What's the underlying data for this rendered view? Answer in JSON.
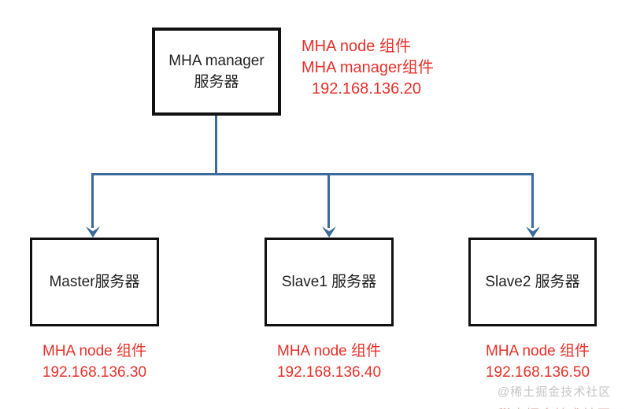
{
  "manager_box": {
    "line1": "MHA manager",
    "line2": "服务器"
  },
  "manager_note": {
    "line1": "MHA node 组件",
    "line2": "MHA manager组件",
    "line3": "192.168.136.20"
  },
  "nodes": [
    {
      "label": "Master服务器",
      "note_line1": "MHA node 组件",
      "note_line2": "192.168.136.30"
    },
    {
      "label": "Slave1 服务器",
      "note_line1": "MHA node 组件",
      "note_line2": "192.168.136.40"
    },
    {
      "label": "Slave2 服务器",
      "note_line1": "MHA node 组件",
      "note_line2": "192.168.136.50"
    }
  ],
  "watermark": "@稀土掘金技术社区",
  "colors": {
    "accent_red": "#e8302a",
    "connector_blue": "#3a6b9c",
    "box_border": "#111111",
    "watermark_gray": "#c6c6c6",
    "watermark_faint": "#d8aeaa"
  }
}
